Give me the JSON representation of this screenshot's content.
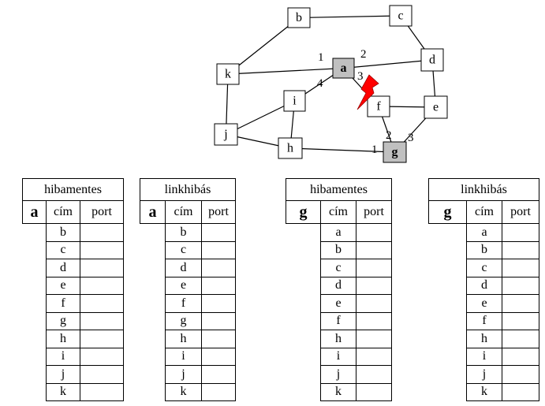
{
  "graph": {
    "nodes": [
      {
        "id": "b",
        "label": "b",
        "highlight": false
      },
      {
        "id": "c",
        "label": "c",
        "highlight": false
      },
      {
        "id": "a",
        "label": "a",
        "highlight": true
      },
      {
        "id": "d",
        "label": "d",
        "highlight": false
      },
      {
        "id": "k",
        "label": "k",
        "highlight": false
      },
      {
        "id": "i",
        "label": "i",
        "highlight": false
      },
      {
        "id": "f",
        "label": "f",
        "highlight": false
      },
      {
        "id": "e",
        "label": "e",
        "highlight": false
      },
      {
        "id": "j",
        "label": "j",
        "highlight": false
      },
      {
        "id": "h",
        "label": "h",
        "highlight": false
      },
      {
        "id": "g",
        "label": "g",
        "highlight": true
      }
    ],
    "edges": [
      [
        "b",
        "c"
      ],
      [
        "c",
        "d"
      ],
      [
        "b",
        "k"
      ],
      [
        "k",
        "a"
      ],
      [
        "a",
        "d"
      ],
      [
        "d",
        "e"
      ],
      [
        "a",
        "i"
      ],
      [
        "a",
        "f"
      ],
      [
        "k",
        "j"
      ],
      [
        "j",
        "i"
      ],
      [
        "j",
        "h"
      ],
      [
        "i",
        "h"
      ],
      [
        "h",
        "g"
      ],
      [
        "f",
        "e"
      ],
      [
        "f",
        "g"
      ],
      [
        "e",
        "g"
      ]
    ],
    "port_labels": [
      {
        "node": "a",
        "text": "1"
      },
      {
        "node": "a",
        "text": "2"
      },
      {
        "node": "a",
        "text": "3"
      },
      {
        "node": "a",
        "text": "4"
      },
      {
        "node": "g",
        "text": "1"
      },
      {
        "node": "g",
        "text": "2"
      },
      {
        "node": "g",
        "text": "3"
      }
    ],
    "failure_color": "#ff0000"
  },
  "tables": [
    {
      "header": "hibamentes",
      "node": "a",
      "col1": "cím",
      "col2": "port",
      "rows": [
        "b",
        "c",
        "d",
        "e",
        "f",
        "g",
        "h",
        "i",
        "j",
        "k"
      ]
    },
    {
      "header": "linkhibás",
      "node": "a",
      "col1": "cím",
      "col2": "port",
      "rows": [
        "b",
        "c",
        "d",
        "e",
        "f",
        "g",
        "h",
        "i",
        "j",
        "k"
      ]
    },
    {
      "header": "hibamentes",
      "node": "g",
      "col1": "cím",
      "col2": "port",
      "rows": [
        "a",
        "b",
        "c",
        "d",
        "e",
        "f",
        "h",
        "i",
        "j",
        "k"
      ]
    },
    {
      "header": "linkhibás",
      "node": "g",
      "col1": "cím",
      "col2": "port",
      "rows": [
        "a",
        "b",
        "c",
        "d",
        "e",
        "f",
        "h",
        "i",
        "j",
        "k"
      ]
    }
  ]
}
